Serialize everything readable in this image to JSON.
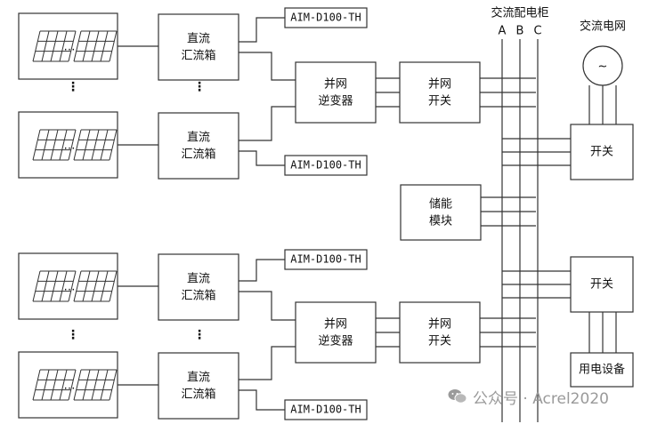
{
  "labels": {
    "combiner": [
      "直流",
      "汇流箱"
    ],
    "inverter": [
      "并网",
      "逆变器"
    ],
    "grid_switch": [
      "并网",
      "开关"
    ],
    "storage": [
      "储能",
      "模块"
    ],
    "ac_cabinet": "交流配电柜",
    "bus_a": "A",
    "bus_b": "B",
    "bus_c": "C",
    "ac_grid": "交流电网",
    "switch": "开关",
    "load": "用电设备",
    "meter": "AIM-D100-TH",
    "ellipsis_vertical": "⋮",
    "ellipsis_horizontal": "…",
    "ac_symbol": "~"
  },
  "watermark": {
    "text": "公众号 · Acrel2020",
    "icon": "wechat-icon"
  },
  "colors": {
    "line": "#333333",
    "watermark": "#9a9a9a"
  }
}
